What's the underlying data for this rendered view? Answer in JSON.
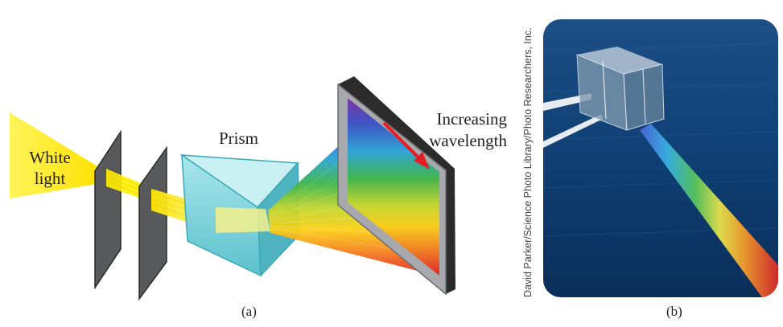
{
  "panel_a": {
    "white_light_label": "White\nlight",
    "prism_label": "Prism",
    "increasing_wavelength_label": "Increasing\nwavelength",
    "caption": "(a)"
  },
  "panel_b": {
    "photo_credit": "David Parker/Science Photo Library/Photo Researchers, Inc.",
    "caption": "(b)"
  },
  "colors": {
    "white_light": "#ffe800",
    "slit_plate": "#58595b",
    "prism": "#7fd3dc",
    "arrow": "#e31e24",
    "screen_frame": "#a7a9ac",
    "water": "#0b3f73"
  }
}
